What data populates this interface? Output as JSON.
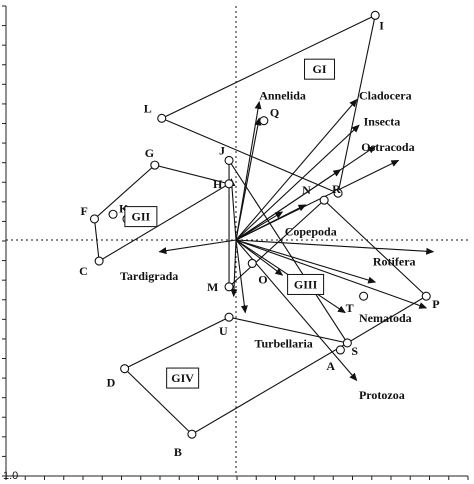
{
  "chart_data": {
    "type": "scatter",
    "axis_corner_label": "1.0",
    "xlim": [
      -1.0,
      1.0
    ],
    "ylim": [
      -1.0,
      1.0
    ],
    "reference_lines": {
      "x": 0,
      "y": 0,
      "style": "dotted"
    },
    "colors": {
      "ink": "#111111",
      "frame": "#222222"
    },
    "sites": [
      {
        "label": "I",
        "x": 0.6,
        "y": 0.96
      },
      {
        "label": "L",
        "x": -0.32,
        "y": 0.52
      },
      {
        "label": "Q",
        "x": 0.12,
        "y": 0.51
      },
      {
        "label": "J",
        "x": -0.03,
        "y": 0.34
      },
      {
        "label": "G",
        "x": -0.35,
        "y": 0.32
      },
      {
        "label": "H",
        "x": -0.03,
        "y": 0.24
      },
      {
        "label": "R",
        "x": 0.44,
        "y": 0.2
      },
      {
        "label": "N",
        "x": 0.38,
        "y": 0.17
      },
      {
        "label": "K",
        "x": -0.53,
        "y": 0.11
      },
      {
        "label": "E",
        "x": -0.47,
        "y": 0.09
      },
      {
        "label": "F",
        "x": -0.61,
        "y": 0.09
      },
      {
        "label": "C",
        "x": -0.59,
        "y": -0.09
      },
      {
        "label": "O",
        "x": 0.07,
        "y": -0.1
      },
      {
        "label": "M",
        "x": -0.03,
        "y": -0.2
      },
      {
        "label": "T",
        "x": 0.55,
        "y": -0.24
      },
      {
        "label": "P",
        "x": 0.82,
        "y": -0.24
      },
      {
        "label": "U",
        "x": -0.03,
        "y": -0.33
      },
      {
        "label": "S",
        "x": 0.48,
        "y": -0.44
      },
      {
        "label": "A",
        "x": 0.45,
        "y": -0.47
      },
      {
        "label": "D",
        "x": -0.48,
        "y": -0.55
      },
      {
        "label": "B",
        "x": -0.19,
        "y": -0.83
      }
    ],
    "groups": [
      {
        "name": "GI",
        "x": 0.36,
        "y": 0.73,
        "hull": [
          "I",
          "L",
          "R"
        ]
      },
      {
        "name": "GII",
        "x": -0.41,
        "y": 0.1,
        "hull": [
          "G",
          "F",
          "C",
          "H"
        ]
      },
      {
        "name": "GIII",
        "x": 0.3,
        "y": -0.19,
        "hull": [
          "M",
          "J",
          "S",
          "P",
          "N"
        ]
      },
      {
        "name": "GIV",
        "x": -0.23,
        "y": -0.59,
        "hull": [
          "U",
          "S",
          "B",
          "D"
        ]
      }
    ],
    "vectors": [
      {
        "name": "Annelida",
        "x": 0.1,
        "y": 0.59,
        "label_x": 0.1,
        "label_y": 0.6
      },
      {
        "name": "Cladocera",
        "x": 0.52,
        "y": 0.6,
        "label_x": 0.53,
        "label_y": 0.6
      },
      {
        "name": "Insecta",
        "x": 0.53,
        "y": 0.49,
        "label_x": 0.55,
        "label_y": 0.49
      },
      {
        "name": "Ostracoda",
        "x": 0.7,
        "y": 0.34,
        "label_x": 0.54,
        "label_y": 0.38
      },
      {
        "name": "Copepoda",
        "x": 0.2,
        "y": 0.12,
        "label_x": 0.21,
        "label_y": 0.02
      },
      {
        "name": "Rotifera",
        "x": 0.85,
        "y": -0.05,
        "label_x": 0.59,
        "label_y": -0.11
      },
      {
        "name": "Nematoda",
        "x": 0.82,
        "y": -0.29,
        "label_x": 0.53,
        "label_y": -0.35
      },
      {
        "name": "Protozoa",
        "x": 0.52,
        "y": -0.6,
        "label_x": 0.53,
        "label_y": -0.68
      },
      {
        "name": "Turbellaria",
        "x": 0.04,
        "y": -0.31,
        "label_x": 0.08,
        "label_y": -0.46
      },
      {
        "name": "Tardigrada",
        "x": -0.33,
        "y": -0.05,
        "label_x": -0.5,
        "label_y": -0.17
      },
      {
        "name": "",
        "x": 0.1,
        "y": 0.52
      },
      {
        "name": "",
        "x": 0.6,
        "y": 0.4
      },
      {
        "name": "",
        "x": 0.3,
        "y": 0.15
      },
      {
        "name": "",
        "x": 0.45,
        "y": 0.3
      },
      {
        "name": "",
        "x": 0.47,
        "y": -0.31
      },
      {
        "name": "",
        "x": -0.01,
        "y": -0.24
      },
      {
        "name": "",
        "x": 0.2,
        "y": -0.15
      },
      {
        "name": "",
        "x": 0.6,
        "y": -0.18
      },
      {
        "name": "",
        "x": -0.02,
        "y": 0.26
      }
    ]
  }
}
